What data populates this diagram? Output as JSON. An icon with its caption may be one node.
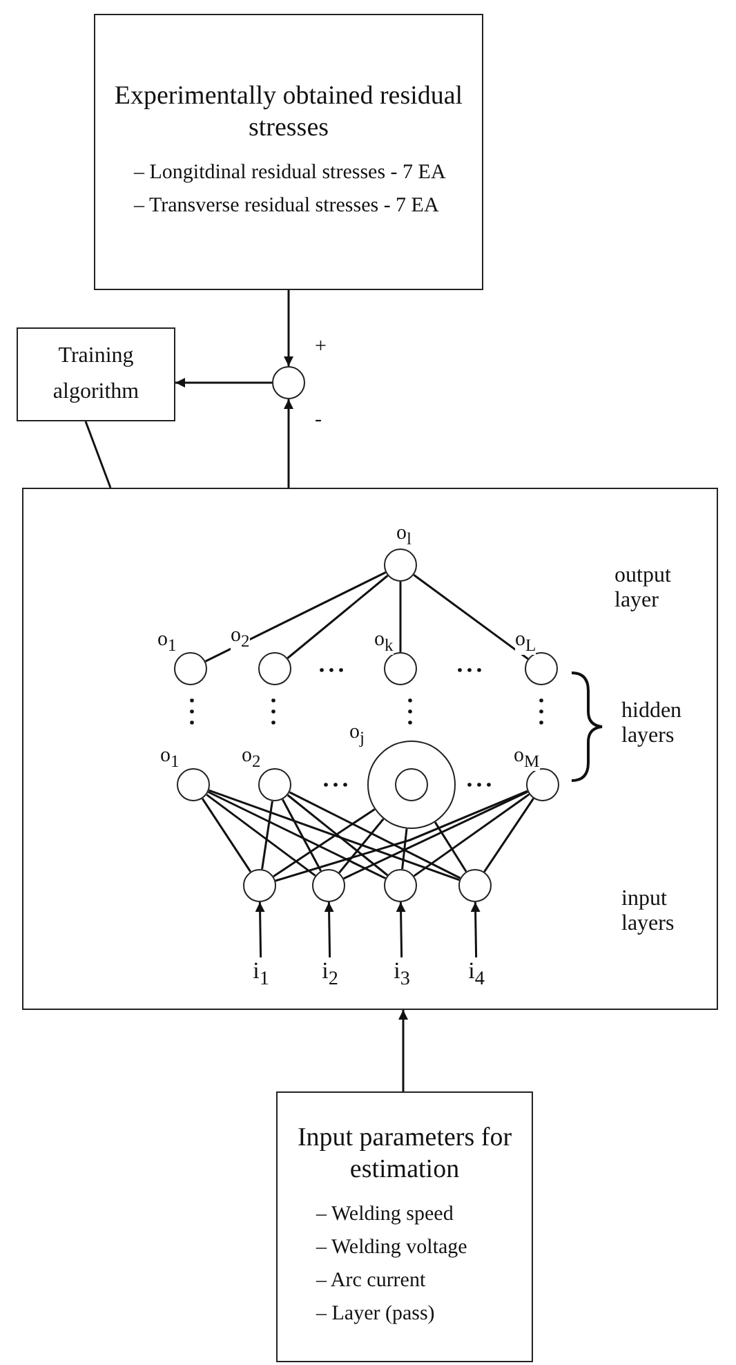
{
  "diagram": {
    "nodes": [
      {
        "text": [
          "Experimentally obtained residual stresses",
          "– Longitdinal residual stresses - 7 EA",
          "– Transverse residual stresses - 7 EA"
        ]
      },
      {
        "text": [
          "Training algorithm"
        ]
      },
      {
        "text": [],
        "shape": "circle"
      },
      {
        "text": [],
        "shape": "box"
      },
      {
        "text": [],
        "shape": "circle",
        "in": 3,
        "beside": [
          "o$_{l}$"
        ]
      },
      {
        "text": [],
        "shape": "circle",
        "in": 3,
        "beside": [
          "o$_{1}$"
        ]
      },
      {
        "text": [],
        "shape": "circle",
        "in": 3,
        "beside": [
          "o$_{2}$"
        ]
      },
      {
        "text": [],
        "shape": "circle",
        "in": 3,
        "beside": [
          "o$_{k}$"
        ]
      },
      {
        "text": [],
        "shape": "circle",
        "in": 3,
        "beside": [
          "o$_{L}$"
        ]
      },
      {
        "text": [],
        "shape": "circle",
        "in": 3,
        "beside": [
          "o$_{1}$"
        ]
      },
      {
        "text": [],
        "shape": "circle",
        "in": 3,
        "beside": [
          "o$_{2}$"
        ]
      },
      {
        "text": [],
        "shape": "circle",
        "in": 3,
        "beside": [
          "o$_{j}$"
        ]
      },
      {
        "text": [],
        "shape": "circle",
        "in": 3,
        "beside": [
          "o$_{M}$"
        ]
      },
      {
        "text": [],
        "shape": "circle",
        "in": 3
      },
      {
        "text": [],
        "shape": "circle",
        "in": 3
      },
      {
        "text": [],
        "shape": "circle",
        "in": 3
      },
      {
        "text": [],
        "shape": "circle",
        "in": 3
      },
      {
        "text": [
          "i$_{1}$"
        ],
        "in": 3
      },
      {
        "text": [
          "i$_{2}$"
        ],
        "in": 3
      },
      {
        "text": [
          "i$_{3}$"
        ],
        "in": 3
      },
      {
        "text": [
          "i$_{4}$"
        ],
        "in": 3
      },
      {
        "text": [
          "Input parameters for estimation",
          "– Welding speed",
          "– Welding voltage",
          "– Arc current",
          "– Layer (pass)"
        ]
      }
    ],
    "edges": [
      {
        "from": 0,
        "to": 2,
        "arrow": "to",
        "label": "+"
      },
      {
        "from": 3,
        "to": 2,
        "arrow": "to",
        "label": "-"
      },
      {
        "from": 2,
        "to": 1,
        "arrow": "to"
      },
      {
        "from": 1,
        "to": 3,
        "arrow": "none"
      },
      {
        "from": 4,
        "to": 5,
        "arrow": "none"
      },
      {
        "from": 4,
        "to": 6,
        "arrow": "none"
      },
      {
        "from": 4,
        "to": 7,
        "arrow": "none"
      },
      {
        "from": 4,
        "to": 8,
        "arrow": "none"
      },
      {
        "from": 9,
        "to": 13,
        "arrow": "none"
      },
      {
        "from": 9,
        "to": 14,
        "arrow": "none"
      },
      {
        "from": 9,
        "to": 15,
        "arrow": "none"
      },
      {
        "from": 9,
        "to": 16,
        "arrow": "none"
      },
      {
        "from": 10,
        "to": 13,
        "arrow": "none"
      },
      {
        "from": 10,
        "to": 14,
        "arrow": "none"
      },
      {
        "from": 10,
        "to": 15,
        "arrow": "none"
      },
      {
        "from": 10,
        "to": 16,
        "arrow": "none"
      },
      {
        "from": 11,
        "to": 13,
        "arrow": "none"
      },
      {
        "from": 11,
        "to": 14,
        "arrow": "none"
      },
      {
        "from": 11,
        "to": 15,
        "arrow": "none"
      },
      {
        "from": 11,
        "to": 16,
        "arrow": "none"
      },
      {
        "from": 12,
        "to": 13,
        "arrow": "none"
      },
      {
        "from": 12,
        "to": 14,
        "arrow": "none"
      },
      {
        "from": 12,
        "to": 15,
        "arrow": "none"
      },
      {
        "from": 12,
        "to": 16,
        "arrow": "none"
      },
      {
        "from": 17,
        "to": 13,
        "arrow": "to"
      },
      {
        "from": 18,
        "to": 14,
        "arrow": "to"
      },
      {
        "from": 19,
        "to": 15,
        "arrow": "to"
      },
      {
        "from": 20,
        "to": 16,
        "arrow": "to"
      },
      {
        "from": 21,
        "to": 3,
        "arrow": "to"
      }
    ],
    "labels": [
      "output layer",
      "hidden layers",
      "input layers"
    ]
  }
}
